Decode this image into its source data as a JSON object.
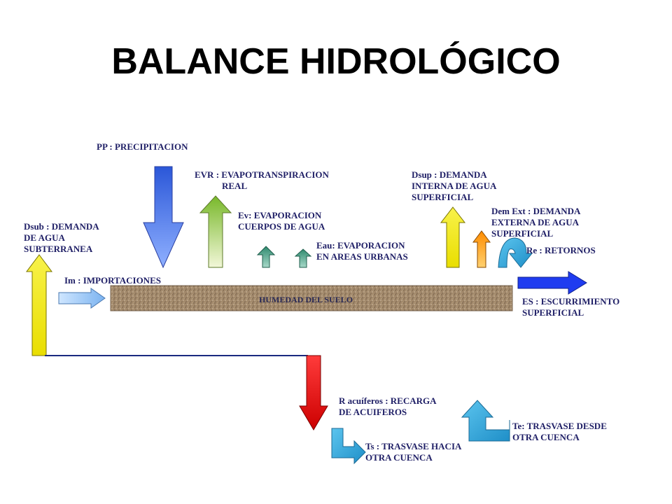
{
  "title": "BALANCE HIDROLÓGICO",
  "labels": {
    "pp": "PP : PRECIPITACION",
    "evr": "EVR : EVAPOTRANSPIRACION\n            REAL",
    "ev": "Ev: EVAPORACION\nCUERPOS DE AGUA",
    "eau": "Eau: EVAPORACION\nEN AREAS URBANAS",
    "dsup": "Dsup : DEMANDA\nINTERNA DE AGUA\nSUPERFICIAL",
    "demext": "Dem Ext : DEMANDA\nEXTERNA DE AGUA\nSUPERFICIAL",
    "re": "Re : RETORNOS",
    "dsub": "Dsub : DEMANDA\nDE AGUA\nSUBTERRANEA",
    "im": "Im : IMPORTACIONES",
    "es": "ES : ESCURRIMIENTO\nSUPERFICIAL",
    "racuiferos": "R acuíferos : RECARGA\nDE ACUIFEROS",
    "ts": "Ts : TRASVASE HACIA\nOTRA CUENCA",
    "te": "Te: TRASVASE DESDE\nOTRA CUENCA",
    "soil": "HUMEDAD DEL SUELO"
  },
  "colors": {
    "blue": "#2f5fd6",
    "green": "#8cc63f",
    "yellow": "#f4ee12",
    "orange": "#f59a1a",
    "cyan": "#36a8d8",
    "red": "#e31b1b",
    "darkblue": "#1a2fe0",
    "teal": "#2d8f7a",
    "soil": "#a88b6a"
  }
}
